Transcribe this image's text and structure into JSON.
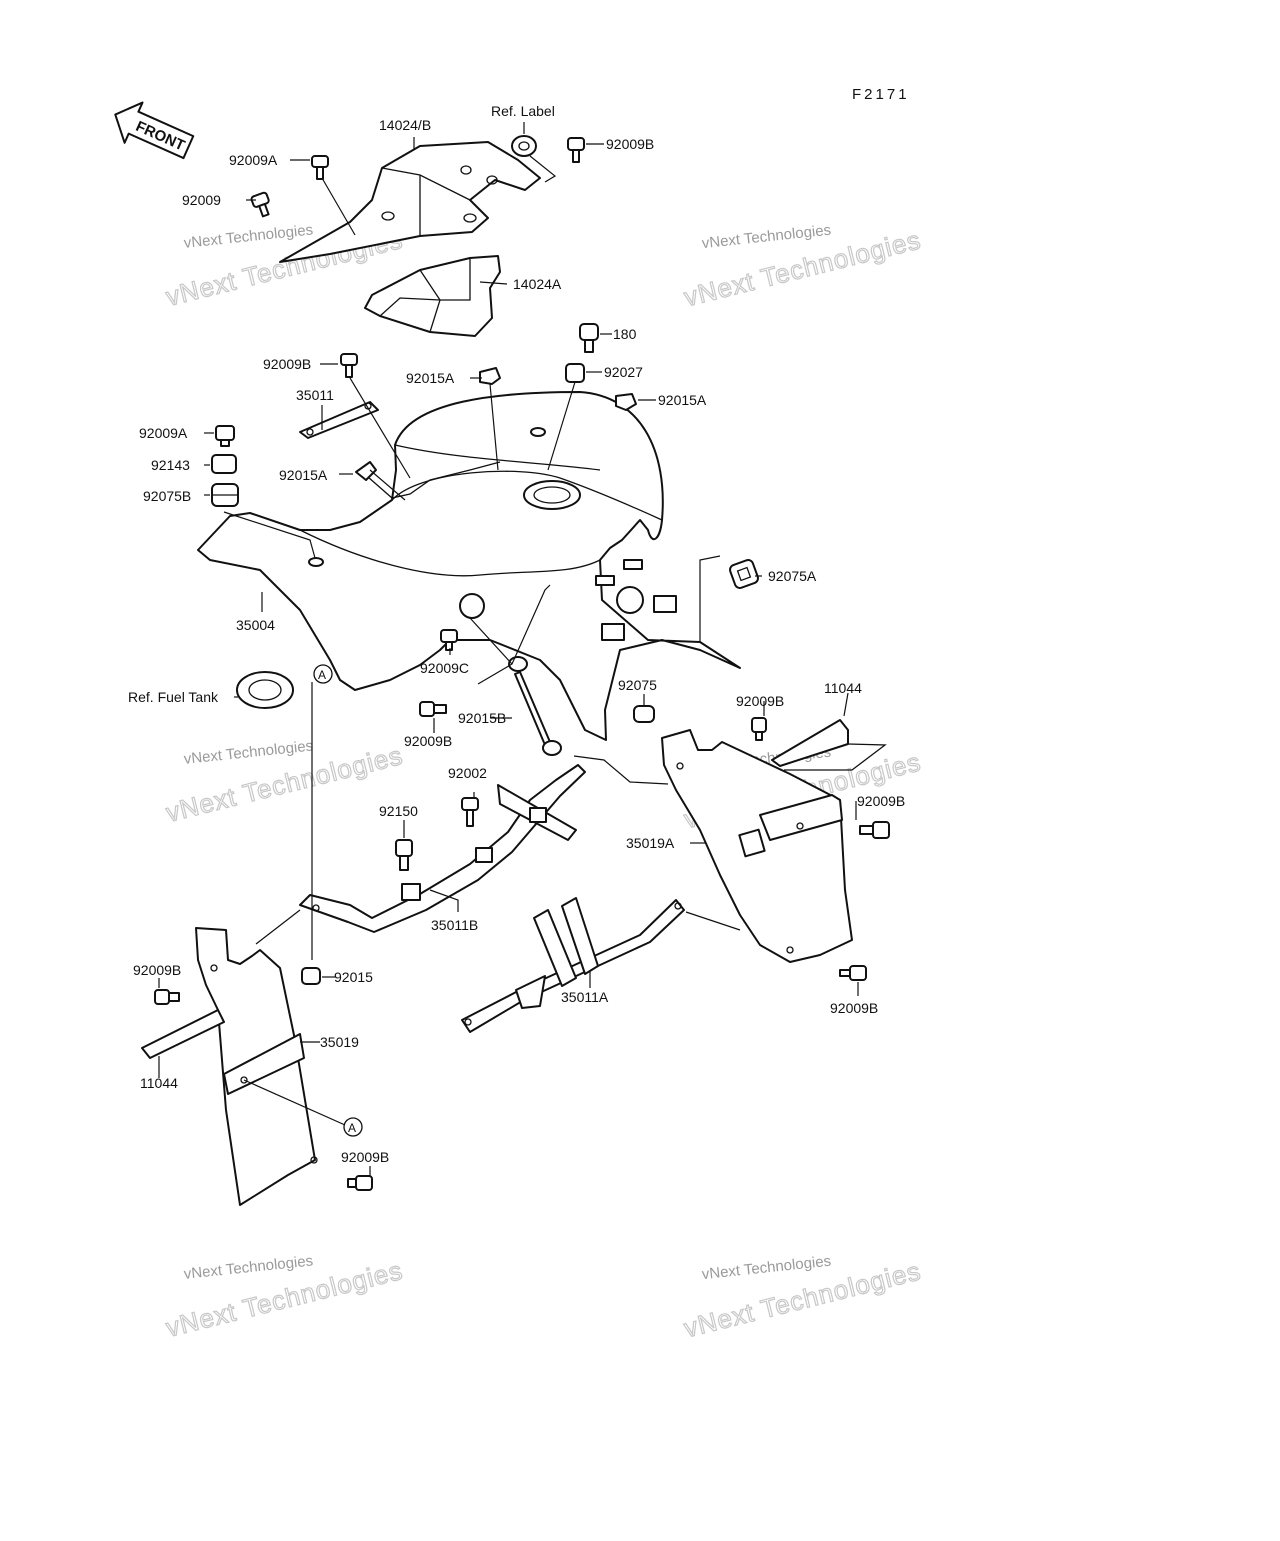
{
  "figure_code": "F2171",
  "front_arrow": "FRONT",
  "callout_letter": "A",
  "watermark": {
    "line1": "vNext Technologies",
    "line2": "vNext Technologies"
  },
  "labels": {
    "ref_label": "Ref. Label",
    "p14024b": "14024/B",
    "p92009b_top": "92009B",
    "p92009a_top": "92009A",
    "p92009_top": "92009",
    "p14024a": "14024A",
    "p180": "180",
    "p92027": "92027",
    "p92015a_1": "92015A",
    "p92015a_2": "92015A",
    "p92015a_3": "92015A",
    "p92009b_35011": "92009B",
    "p35011": "35011",
    "p92009a_left": "92009A",
    "p92143": "92143",
    "p92075b": "92075B",
    "p92075a": "92075A",
    "p35004": "35004",
    "p92009c": "92009C",
    "ref_fuel_tank": "Ref. Fuel Tank",
    "p92009b_fender": "92009B",
    "p92015b": "92015B",
    "p92075": "92075",
    "p92009b_r1": "92009B",
    "p11044_r": "11044",
    "p92009b_r2": "92009B",
    "p35019a": "35019A",
    "p92002": "92002",
    "p92150": "92150",
    "p35011b": "35011B",
    "p92015": "92015",
    "p35011a": "35011A",
    "p92009b_r3": "92009B",
    "p92009b_l1": "92009B",
    "p35019": "35019",
    "p11044_l": "11044",
    "p92009b_l2": "92009B"
  }
}
